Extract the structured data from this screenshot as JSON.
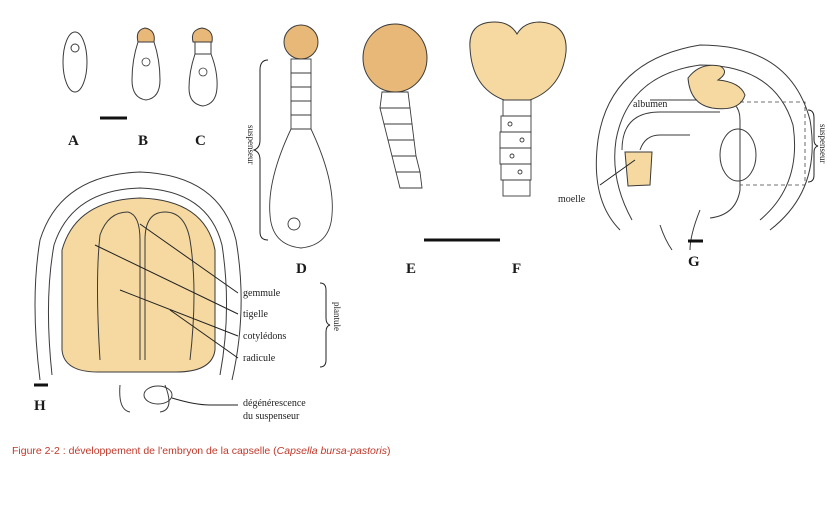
{
  "figure": {
    "stages": [
      "A",
      "B",
      "C",
      "D",
      "E",
      "F",
      "G",
      "H"
    ],
    "labels": {
      "suspensor": "suspenseur",
      "albumen": "albumen",
      "moelle": "moelle",
      "gemmule": "gemmule",
      "tigelle": "tigelle",
      "cotyledons": "cotylédons",
      "radicule": "radicule",
      "plantule": "plantule",
      "degenerescence_1": "dégénérescence",
      "degenerescence_2": "du suspenseur"
    },
    "colors": {
      "tissue_fill": "#f5d9a1",
      "globular_fill": "#e8b878",
      "outline": "#3a3a3a",
      "caption": "#c0392b"
    }
  },
  "caption": {
    "prefix": "Figure 2-2",
    "text": " : développement de l'embryon de la capselle (",
    "species": "Capsella bursa-pastoris",
    "suffix": ")"
  }
}
